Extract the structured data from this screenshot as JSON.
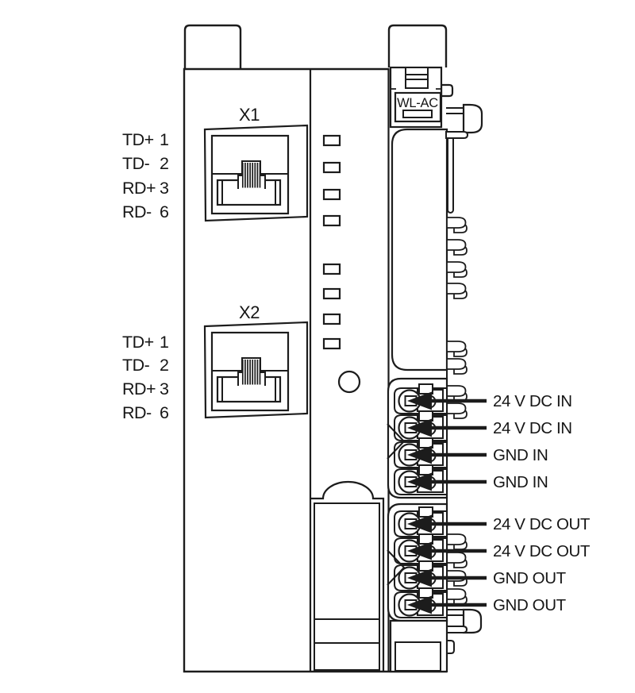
{
  "device": {
    "marking": "WL-AC",
    "ports": [
      {
        "id": "X1",
        "pins": [
          {
            "signal": "TD+",
            "pin": "1"
          },
          {
            "signal": "TD-",
            "pin": "2"
          },
          {
            "signal": "RD+",
            "pin": "3"
          },
          {
            "signal": "RD-",
            "pin": "6"
          }
        ]
      },
      {
        "id": "X2",
        "pins": [
          {
            "signal": "TD+",
            "pin": "1"
          },
          {
            "signal": "TD-",
            "pin": "2"
          },
          {
            "signal": "RD+",
            "pin": "3"
          },
          {
            "signal": "RD-",
            "pin": "6"
          }
        ]
      }
    ],
    "power_terminals": [
      {
        "label": "24 V DC IN"
      },
      {
        "label": "24 V DC IN"
      },
      {
        "label": "GND IN"
      },
      {
        "label": "GND IN"
      },
      {
        "label": "24 V DC OUT"
      },
      {
        "label": "24 V DC OUT"
      },
      {
        "label": "GND OUT"
      },
      {
        "label": "GND OUT"
      }
    ]
  },
  "colors": {
    "line": "#1c1c1c",
    "background": "#ffffff"
  }
}
